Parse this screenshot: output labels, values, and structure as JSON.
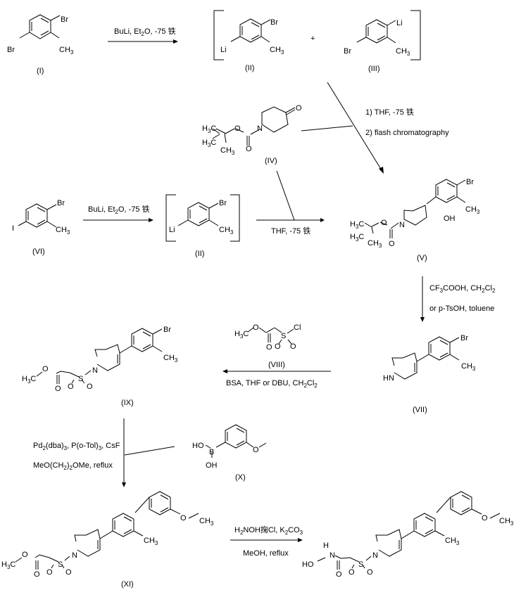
{
  "title": "Synthesis scheme",
  "compounds": {
    "I": {
      "label": "(I)",
      "atoms": {
        "br1": "Br",
        "br2": "Br",
        "ch3": "CH",
        "ch3_sub": "3"
      }
    },
    "II": {
      "label": "(II)",
      "atoms": {
        "br": "Br",
        "li": "Li",
        "ch3": "CH",
        "ch3_sub": "3"
      }
    },
    "III": {
      "label": "(III)",
      "atoms": {
        "li": "Li",
        "br": "Br",
        "ch3": "CH",
        "ch3_sub": "3"
      }
    },
    "IV": {
      "label": "(IV)",
      "atoms": {
        "o_keto": "O",
        "n": "N",
        "o_ester": "O",
        "o_carb": "O",
        "h3c_a": "H",
        "h3c_b": "H",
        "ch3": "CH",
        "sub3": "3",
        "c": "C"
      }
    },
    "V": {
      "label": "(V)",
      "atoms": {
        "br": "Br",
        "ch3": "CH",
        "sub3": "3",
        "oh": "OH",
        "n": "N",
        "o_ester": "O",
        "o_carb": "O",
        "h": "H",
        "c": "C"
      }
    },
    "VI": {
      "label": "(VI)",
      "atoms": {
        "br": "Br",
        "i": "I",
        "ch3": "CH",
        "sub3": "3"
      }
    },
    "II_b": {
      "label": "(II)",
      "atoms": {
        "br": "Br",
        "li": "Li",
        "ch3": "CH",
        "sub3": "3"
      }
    },
    "VII": {
      "label": "(VII)",
      "atoms": {
        "br": "Br",
        "ch3": "CH",
        "sub3": "3",
        "hn": "HN"
      }
    },
    "VIII": {
      "label": "(VIII)",
      "atoms": {
        "h": "H",
        "c": "C",
        "sub3": "3",
        "o": "O",
        "s": "S",
        "cl": "Cl"
      }
    },
    "IX": {
      "label": "(IX)",
      "atoms": {
        "br": "Br",
        "ch3": "CH",
        "sub3": "3",
        "n": "N",
        "s": "S",
        "o": "O",
        "h": "H",
        "c": "C"
      }
    },
    "X": {
      "label": "(X)",
      "atoms": {
        "ho": "HO",
        "b": "B",
        "oh": "OH",
        "o": "O"
      }
    },
    "XI": {
      "label": "(XI)",
      "atoms": {
        "o": "O",
        "ch3": "CH",
        "sub3": "3",
        "n": "N",
        "s": "S",
        "h": "H",
        "c": "C"
      }
    },
    "final": {
      "atoms": {
        "o": "O",
        "ch3": "CH",
        "sub3": "3",
        "n": "N",
        "s": "S",
        "ho": "HO",
        "h": "H"
      }
    }
  },
  "plus": "+",
  "conditions": {
    "step1": {
      "a": "BuLi, Et",
      "a_sub": "2",
      "b": "O, -75 ",
      "deg": "铁"
    },
    "step2": {
      "line1": "1) THF, -75 ",
      "deg": "铁",
      "line2": "2) flash chromatography"
    },
    "step3": {
      "a": "BuLi, Et",
      "a_sub": "2",
      "b": "O, -75 ",
      "deg": "铁"
    },
    "step4": {
      "a": "THF, -75 ",
      "deg": "铁"
    },
    "step5": {
      "line1_a": "CF",
      "line1_sub1": "3",
      "line1_b": "COOH, CH",
      "line1_sub2": "2",
      "line1_c": "Cl",
      "line1_sub3": "2",
      "line2": "or p-TsOH, toluene"
    },
    "step6": {
      "a": "BSA, THF or DBU, CH",
      "sub1": "2",
      "b": "Cl",
      "sub2": "2"
    },
    "step7": {
      "l1_a": "Pd",
      "l1_s1": "2",
      "l1_b": "(dba)",
      "l1_s2": "3",
      "l1_c": ", P(o-Tol)",
      "l1_s3": "3",
      "l1_d": ", CsF",
      "l2_a": "MeO(CH",
      "l2_s1": "2",
      "l2_b": ")",
      "l2_s2": "2",
      "l2_c": "OMe, reflux"
    },
    "step8": {
      "l1_a": "H",
      "l1_s1": "2",
      "l1_b": "NOH",
      "l1_g": "掬",
      "l1_c": "Cl, K",
      "l1_s2": "2",
      "l1_d": "CO",
      "l1_s3": "3",
      "l2": "MeOH, reflux"
    }
  }
}
